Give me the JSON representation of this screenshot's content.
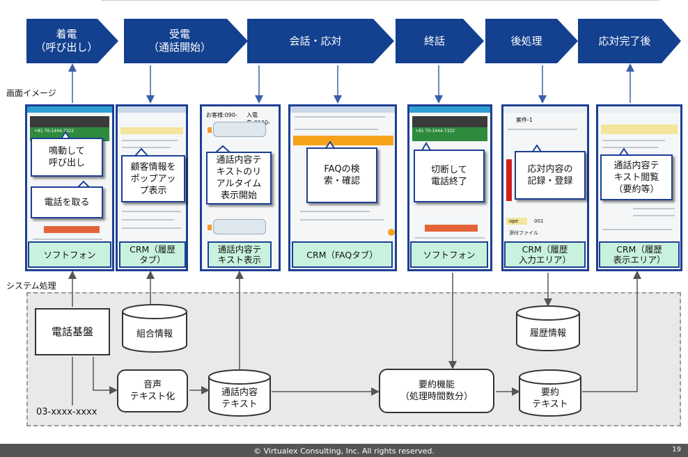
{
  "flow": [
    {
      "label": "着電\n（呼び出し）"
    },
    {
      "label": "受電\n（通話開始）"
    },
    {
      "label": "会話・応対"
    },
    {
      "label": "終話"
    },
    {
      "label": "後処理"
    },
    {
      "label": "応対完了後"
    }
  ],
  "labels": {
    "screen_image": "画面イメージ",
    "system_process": "システム処理"
  },
  "screens": {
    "s1_phone": "+81 70-1444-7322",
    "s3_header_left": "お客様:090-",
    "s3_header_right": "入電先:0120-",
    "s7_case": "案件-1",
    "s7_field1": "ope",
    "s7_field1_value": "001",
    "s7_field2": "添付ファイル"
  },
  "callouts": {
    "ringing": "鳴動して\n呼び出し",
    "take_call": "電話を取る",
    "popup": "顧客情報を\nポップアッ\nプ表示",
    "realtime": "通話内容テ\nキストのリ\nアルタイム\n表示開始",
    "faq": "FAQの検\n索・確認",
    "hangup": "切断して\n電話終了",
    "record": "応対内容の\n記録・登録",
    "review": "通話内容テ\nキスト閲覧\n（要約等）"
  },
  "screen_labels": {
    "softphone1": "ソフトフォン",
    "crm_history_tab": "CRM（履歴\nタブ）",
    "transcript_display": "通話内容テ\nキスト表示",
    "crm_faq_tab": "CRM（FAQタブ）",
    "softphone2": "ソフトフォン",
    "crm_history_input": "CRM（履歴\n入力エリア）",
    "crm_history_display": "CRM（履歴\n表示エリア）"
  },
  "system": {
    "phone_base": "電話基盤",
    "union_info": "組合情報",
    "stt": "音声\nテキスト化",
    "call_text": "通話内容\nテキスト",
    "summarize": "要約機能\n（処理時間数分）",
    "summary_text": "要約\nテキスト",
    "history_info": "履歴情報",
    "phone_number": "03-xxxx-xxxx"
  },
  "footer": {
    "copyright": "© Virtualex Consulting, Inc. All rights reserved.",
    "page": "19"
  },
  "colors": {
    "navy": "#1c3f94",
    "chevron": "#13408f",
    "label_green": "#c8f2dd",
    "footer": "#555555"
  }
}
